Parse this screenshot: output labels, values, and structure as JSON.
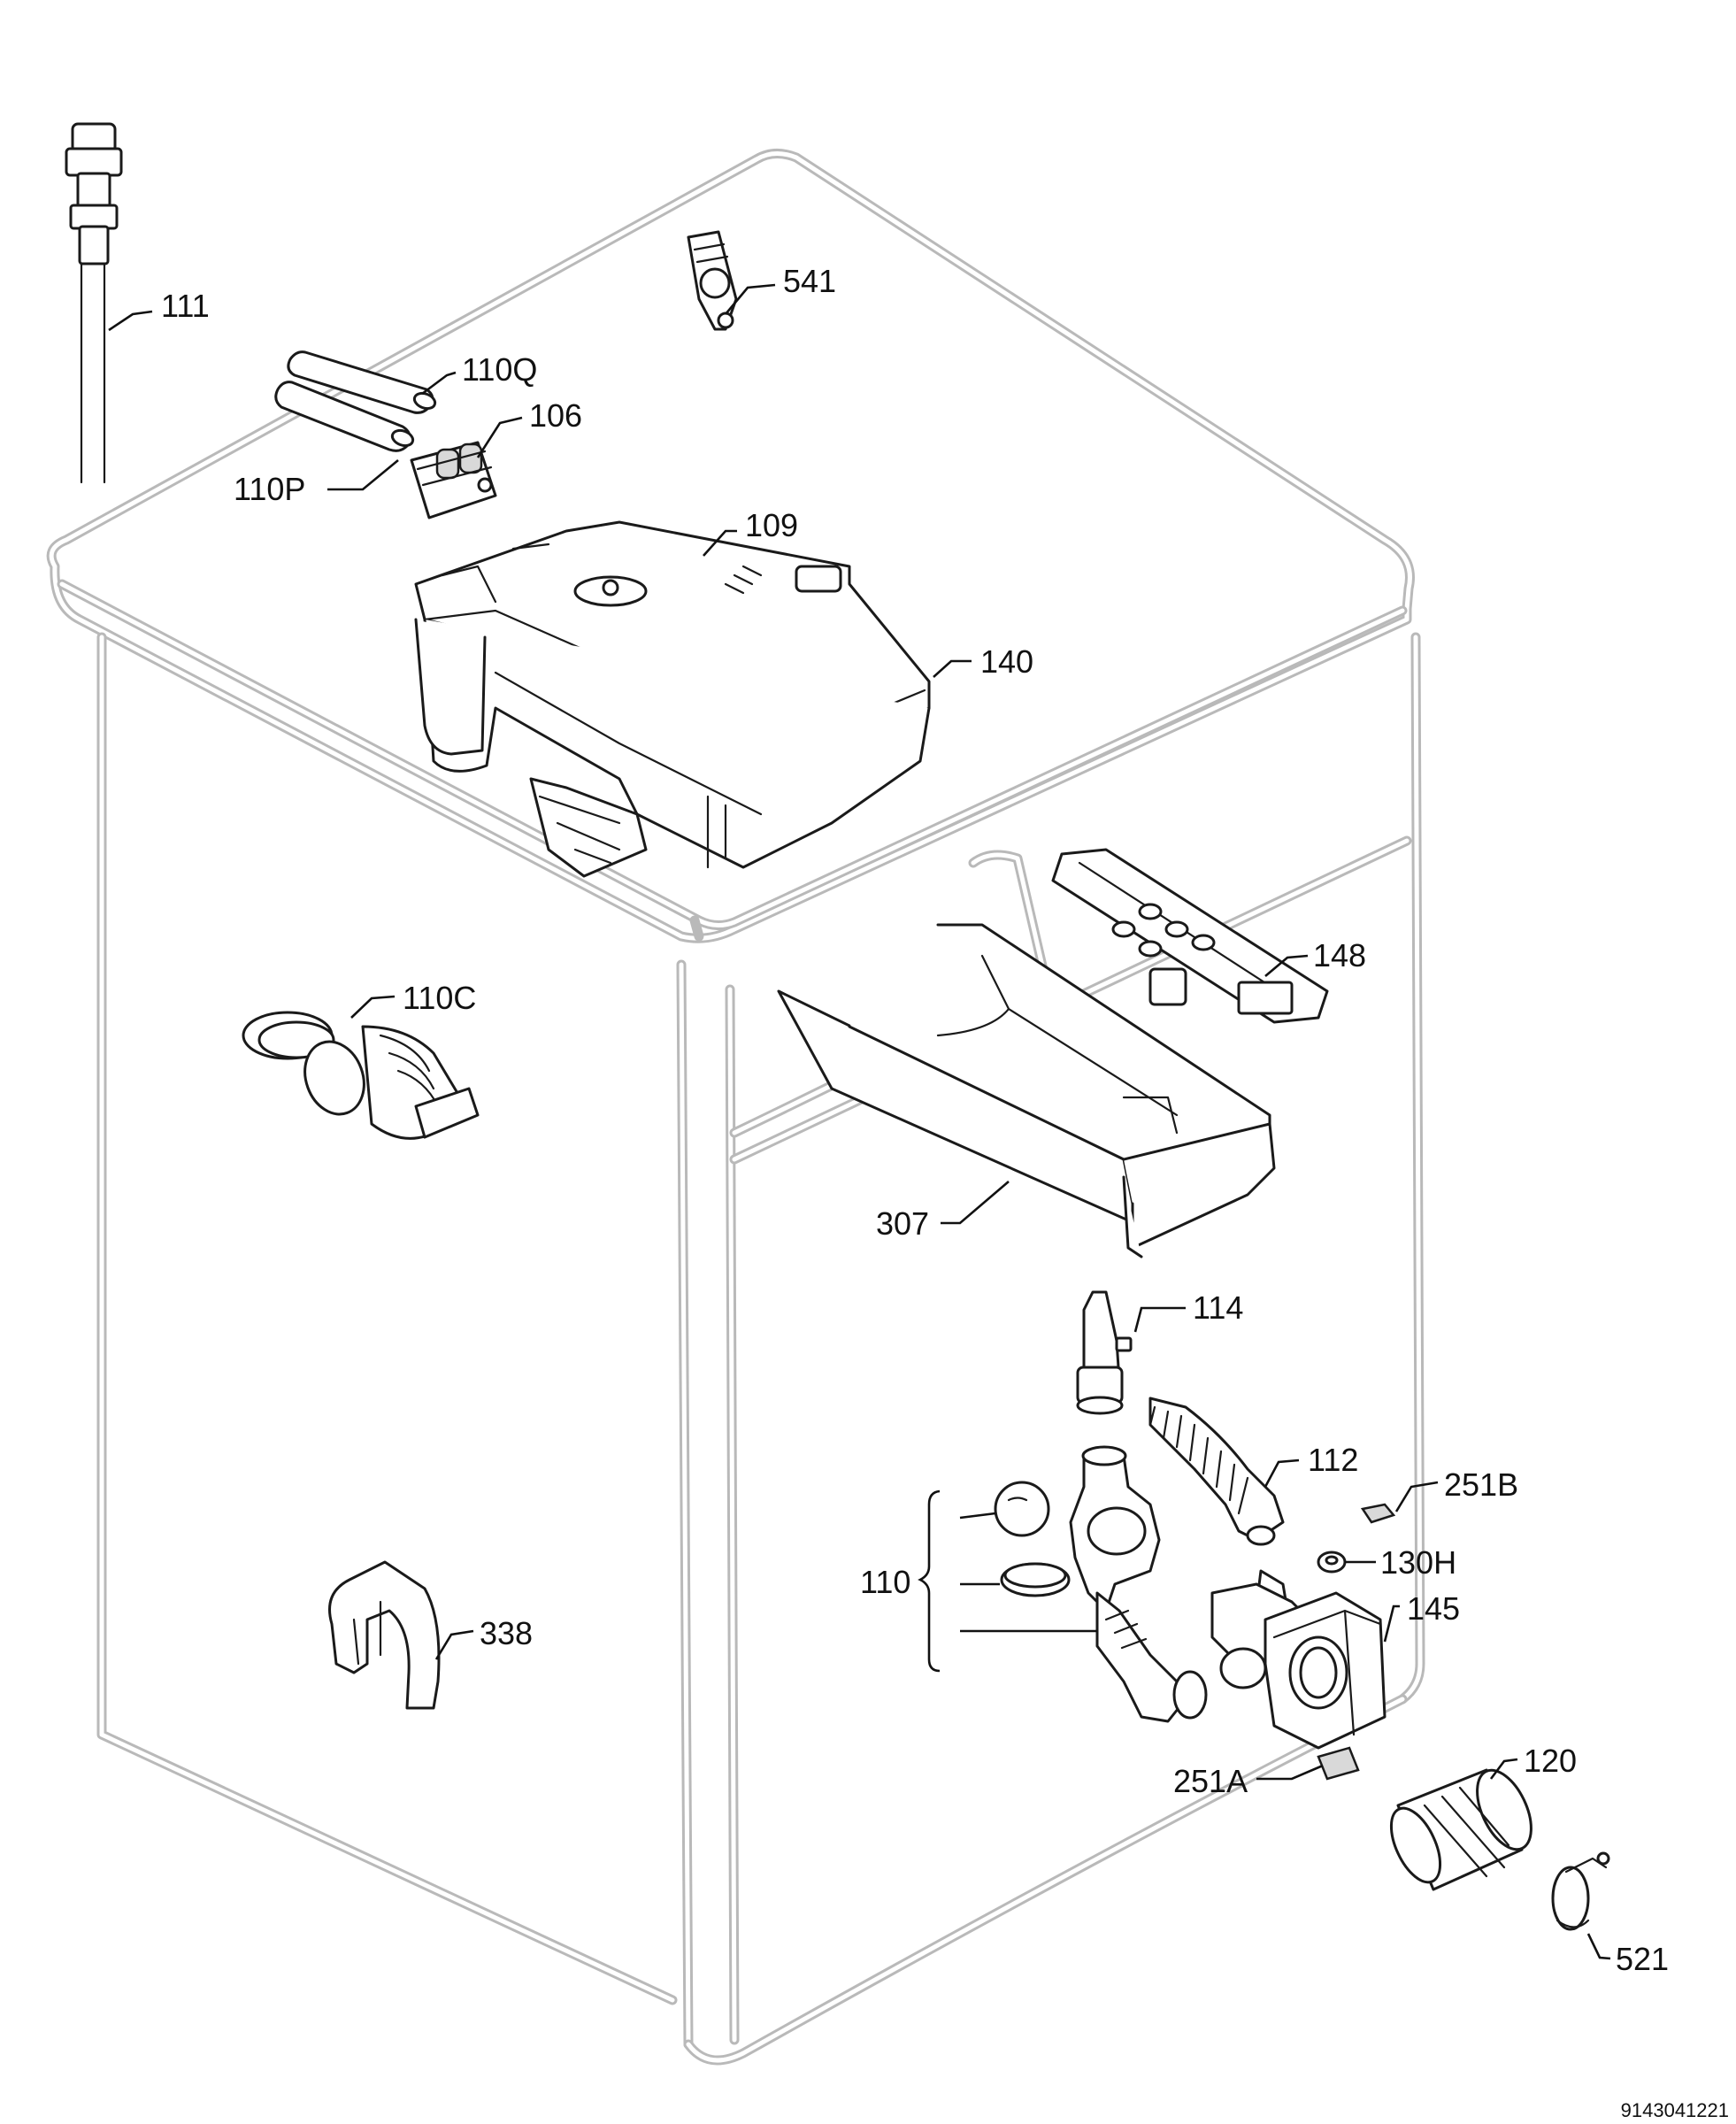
{
  "callouts": {
    "p111": "111",
    "p541": "541",
    "p110q": "110Q",
    "p106": "106",
    "p110p": "110P",
    "p109": "109",
    "p140": "140",
    "p148": "148",
    "p110c": "110C",
    "p307": "307",
    "p114": "114",
    "p112": "112",
    "p251b": "251B",
    "p110": "110",
    "p130h": "130H",
    "p145": "145",
    "p338": "338",
    "p120": "120",
    "p251a": "251A",
    "p521": "521"
  },
  "document_number": "9143041221"
}
